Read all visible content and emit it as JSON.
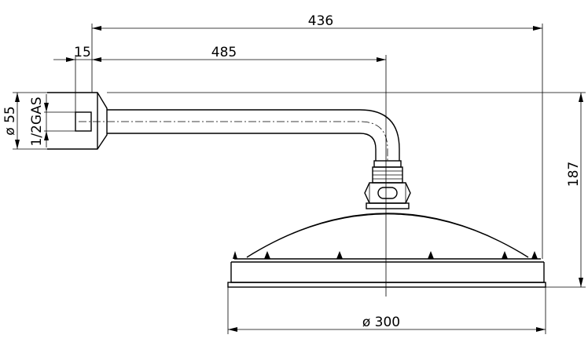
{
  "dimensions": {
    "overall_length": "436",
    "arm_length": "485",
    "wall_plate_depth": "15",
    "wall_plate_diameter": "ø 55",
    "thread": "1/2GAS",
    "height": "187",
    "head_diameter": "ø 300"
  }
}
